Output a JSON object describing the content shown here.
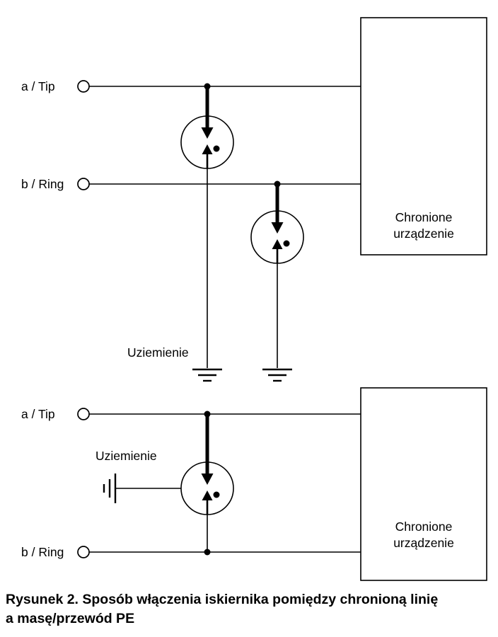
{
  "diagram": {
    "top": {
      "line_a_label": "a / Tip",
      "line_b_label": "b / Ring",
      "ground_label": "Uziemienie",
      "device_label_line1": "Chronione",
      "device_label_line2": "urządzenie"
    },
    "bottom": {
      "line_a_label": "a / Tip",
      "line_b_label": "b / Ring",
      "ground_label": "Uziemienie",
      "device_label_line1": "Chronione",
      "device_label_line2": "urządzenie"
    }
  },
  "caption": {
    "line1": "Rysunek 2. Sposób włączenia iskiernika pomiędzy chronioną linię",
    "line2": "a masę/przewód PE"
  },
  "colors": {
    "stroke": "#000000",
    "background": "#ffffff"
  }
}
